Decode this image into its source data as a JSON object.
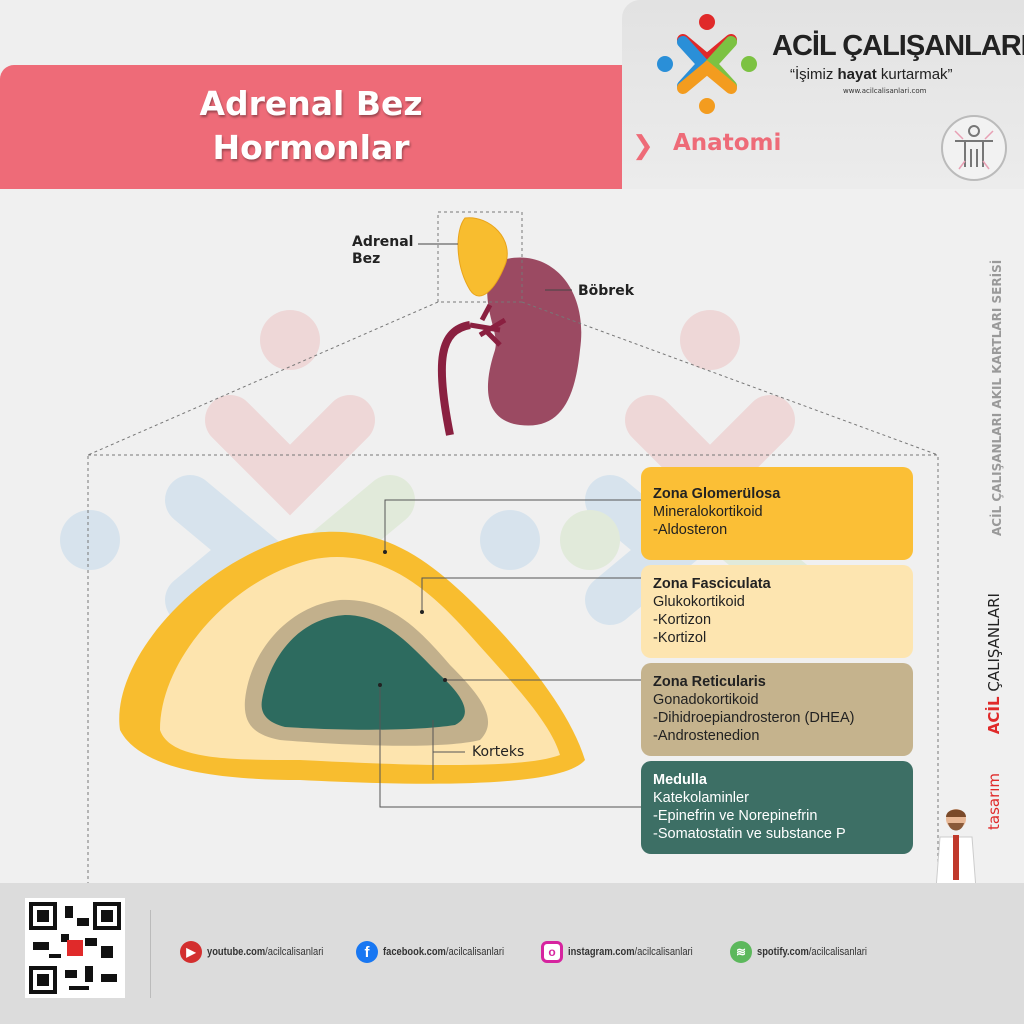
{
  "header": {
    "title_line1": "Adrenal Bez",
    "title_line2": "Hormonlar",
    "brand": "ACİL ÇALIŞANLARI",
    "slogan_pre": "“İşimiz ",
    "slogan_bold": "hayat",
    "slogan_post": " kurtarmak”",
    "url": "www.acilcalisanlari.com",
    "section": "Anatomi",
    "section_icon": "human-body-icon"
  },
  "diagram": {
    "adrenal_label": "Adrenal Bez",
    "kidney_label": "Böbrek",
    "cortex_label": "Korteks"
  },
  "zones": [
    {
      "title": "Zona Glomerülosa",
      "lines": [
        "Mineralokortikoid",
        "-Aldosteron"
      ],
      "color": "#fbbf36"
    },
    {
      "title": "Zona Fasciculata",
      "lines": [
        "Glukokortikoid",
        "-Kortizon",
        "-Kortizol"
      ],
      "color": "#fde5b0"
    },
    {
      "title": "Zona Reticularis",
      "lines": [
        "Gonadokortikoid",
        "-Dihidroepiandrosteron (DHEA)",
        "-Androstenedion"
      ],
      "color": "#c5b38d"
    },
    {
      "title": "Medulla",
      "lines": [
        "Katekolaminler",
        "-Epinefrin ve Norepinefrin",
        "-Somatostatin ve substance P"
      ],
      "color": "#3d6f65"
    }
  ],
  "side": {
    "series": "ACİL ÇALIŞANLARI AKIL KARTLARI SERİSİ",
    "design_pre": "tasarım",
    "design_brand_a": "ACİL",
    "design_brand_b": "ÇALIŞANLARI"
  },
  "footer": {
    "social": [
      {
        "icon": "youtube-icon",
        "bold": "youtube.com",
        "rest": "/acilcalisanlari",
        "color": "#d32f2f"
      },
      {
        "icon": "facebook-icon",
        "bold": "facebook.com",
        "rest": "/acilcalisanlari",
        "color": "#1877f2"
      },
      {
        "icon": "instagram-icon",
        "bold": "instagram.com",
        "rest": "/acilcalisanlari",
        "color": "#d6249f"
      },
      {
        "icon": "spotify-icon",
        "bold": "spotify.com",
        "rest": "/acilcalisanlari",
        "color": "#5cb85c"
      }
    ]
  }
}
